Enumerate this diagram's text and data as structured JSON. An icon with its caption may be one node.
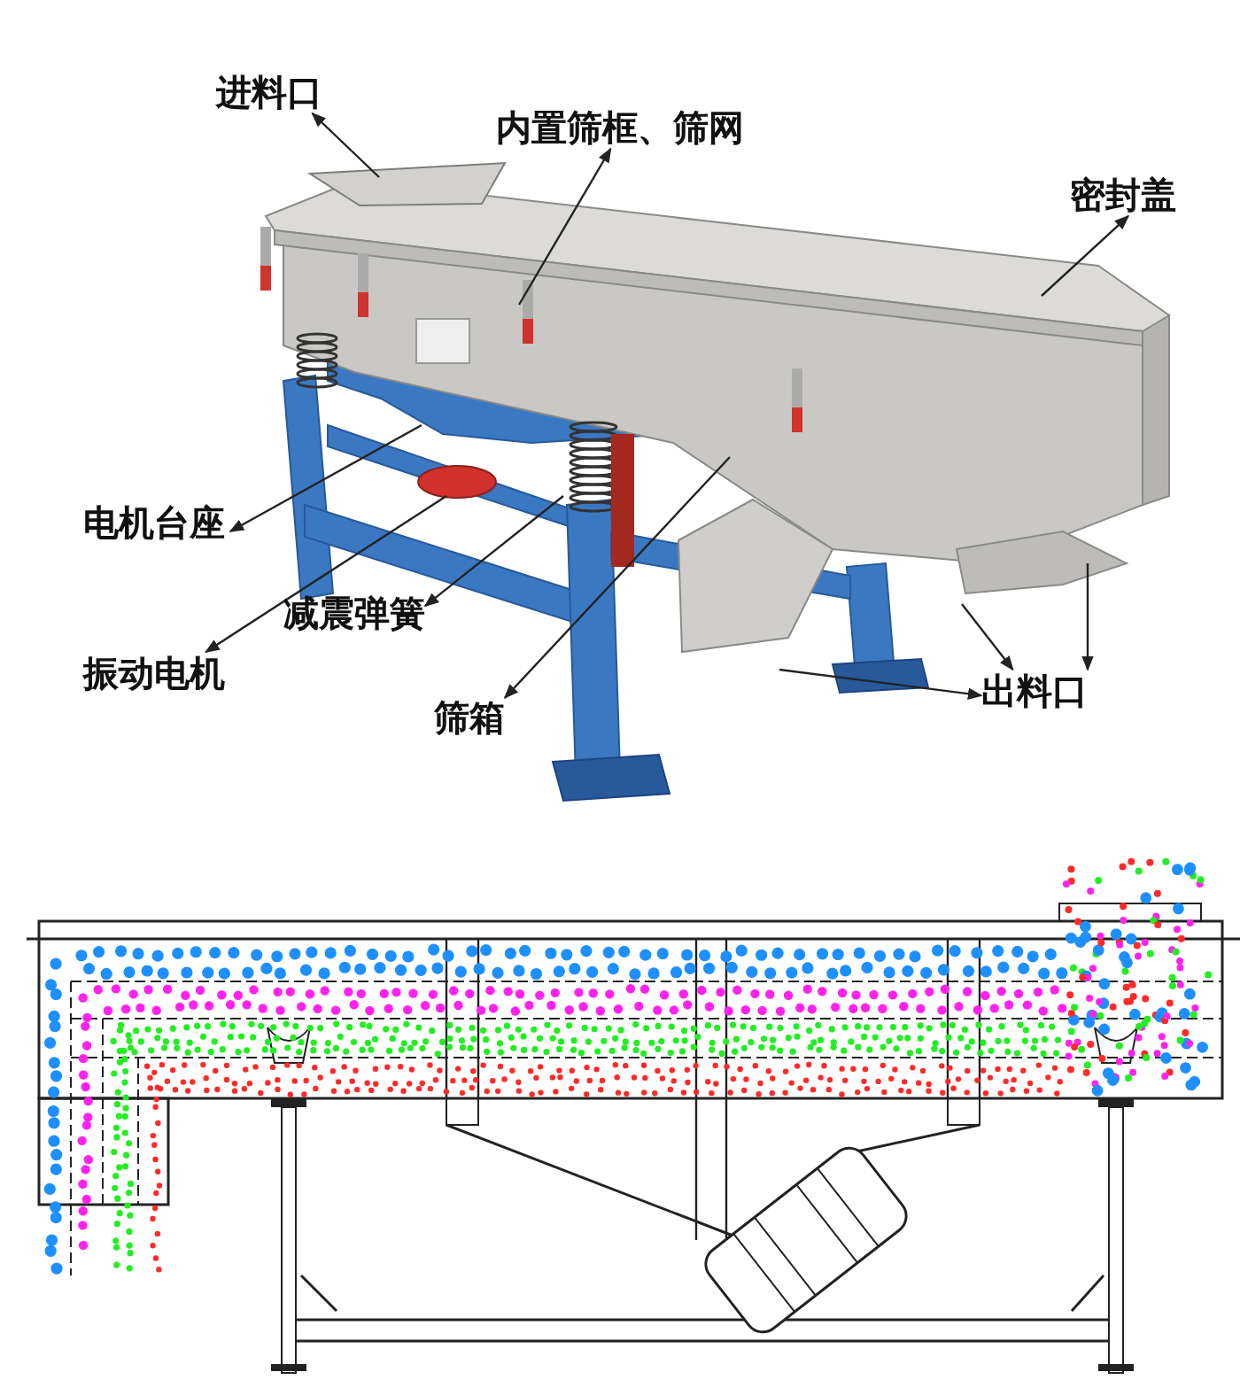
{
  "diagram": {
    "nodes": [
      {
        "text": [
          "进料口"
        ]
      },
      {
        "text": [
          "内置筛框、筛网"
        ]
      },
      {
        "text": [
          "密封盖"
        ]
      },
      {
        "text": [
          "电机台座"
        ]
      },
      {
        "text": [
          "减震弹簧"
        ]
      },
      {
        "text": [
          "振动电机"
        ]
      },
      {
        "text": [
          "筛箱"
        ]
      },
      {
        "text": [
          "出料口"
        ]
      }
    ],
    "edges": [
      {
        "from": null,
        "to": 0,
        "arrow": "to"
      },
      {
        "from": null,
        "to": 1,
        "arrow": "to"
      },
      {
        "from": null,
        "to": 2,
        "arrow": "to"
      },
      {
        "from": null,
        "to": 3,
        "arrow": "to"
      },
      {
        "from": null,
        "to": 4,
        "arrow": "to"
      },
      {
        "from": null,
        "to": 5,
        "arrow": "to"
      },
      {
        "from": null,
        "to": 6,
        "arrow": "to"
      },
      {
        "from": null,
        "to": 7,
        "arrow": "to"
      },
      {
        "from": null,
        "to": 7,
        "arrow": "to"
      },
      {
        "from": null,
        "to": 7,
        "arrow": "to"
      }
    ]
  }
}
